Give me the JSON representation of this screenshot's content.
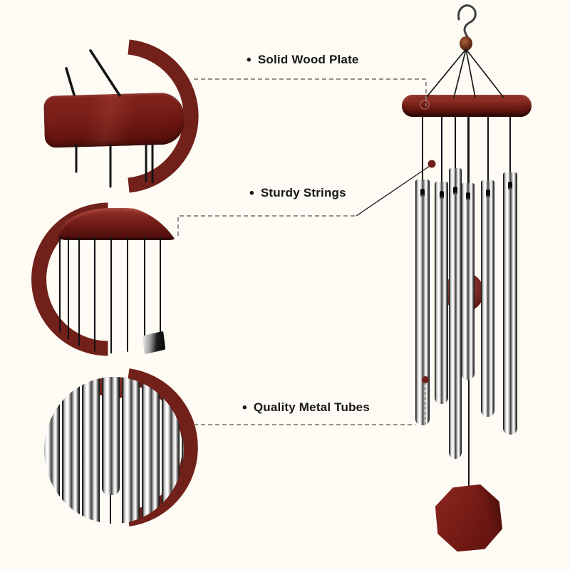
{
  "background_color": "#fdfbf4",
  "bullet": "•",
  "callouts": [
    {
      "id": "solid-wood-plate",
      "label": "Solid Wood  Plate"
    },
    {
      "id": "sturdy-strings",
      "label": "Sturdy Strings"
    },
    {
      "id": "quality-metal-tubes",
      "label": "Quality Metal Tubes"
    }
  ],
  "product": {
    "metal_tube_count": 6,
    "zoom_detail_count": 3,
    "parts_shown": [
      "hanging-hook",
      "wood-bead",
      "suspension-strings",
      "wood-plate",
      "metal-tubes",
      "striker-ball",
      "octagon-wind-catcher"
    ]
  },
  "colors": {
    "wood_dark_red": "#6e1d17",
    "wood_highlight": "#8e2f27",
    "metal_light": "#ffffff",
    "metal_dark": "#141414",
    "string_black": "#141414",
    "connector_gray": "#85837e",
    "marker_red": "#6e211c",
    "text": "#151515"
  }
}
